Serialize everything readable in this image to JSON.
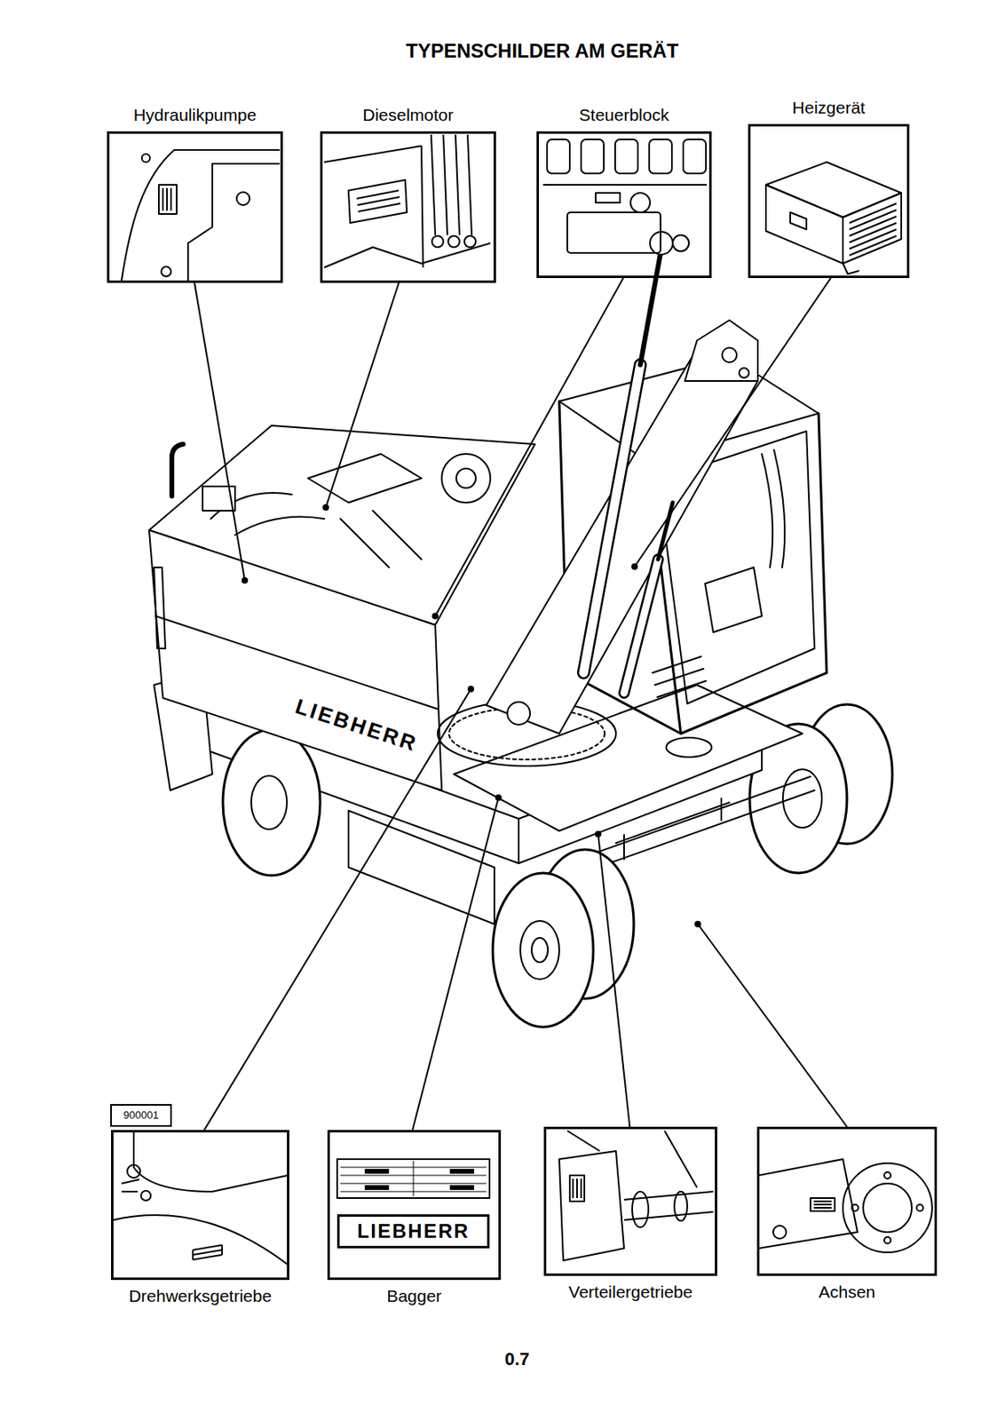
{
  "diagram": {
    "title": "TYPENSCHILDER AM GERÄT",
    "nodes": [
      {
        "text": [
          "Hydraulikpumpe"
        ]
      },
      {
        "text": [
          "Dieselmotor"
        ]
      },
      {
        "text": [
          "Steuerblock"
        ]
      },
      {
        "text": [
          "Heizgerät"
        ]
      },
      {
        "text": [
          "900001"
        ]
      },
      {
        "text": [
          "Drehwerksgetriebe"
        ]
      },
      {
        "text": [
          "Bagger"
        ]
      },
      {
        "text": [
          "LIEBHERR"
        ],
        "in": 6
      },
      {
        "text": [
          "Verteilergetriebe"
        ]
      },
      {
        "text": [
          "Achsen"
        ]
      }
    ],
    "labels": [
      "LIEBHERR",
      "0.7"
    ]
  }
}
